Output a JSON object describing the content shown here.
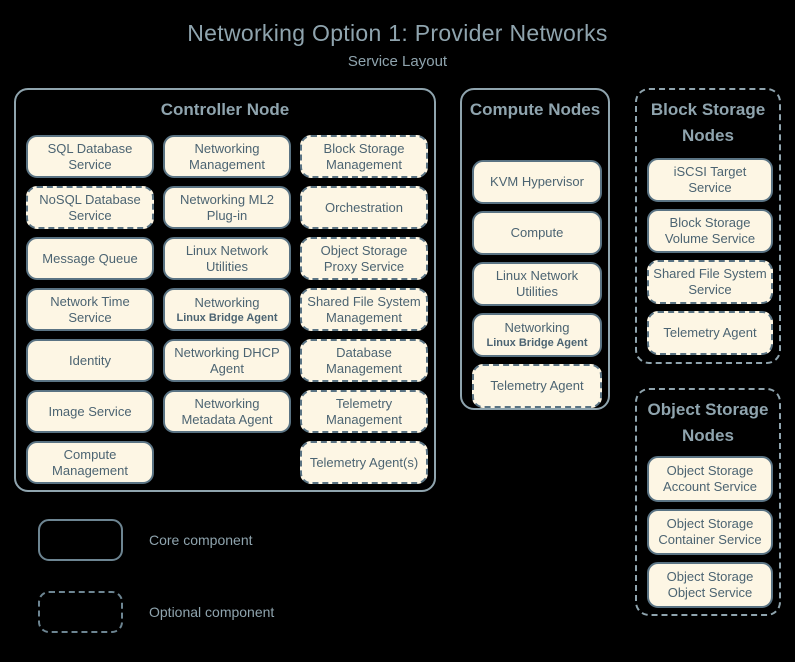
{
  "header": {
    "title": "Networking Option 1: Provider Networks",
    "subtitle": "Service Layout"
  },
  "colors": {
    "background": "#000000",
    "box_fill": "#fdf6e4",
    "box_border": "#5a7383",
    "text": "#4c6472",
    "heading": "#8fa4ae"
  },
  "groups": {
    "controller": {
      "title": "Controller Node",
      "style": "core",
      "columns": [
        [
          {
            "label": "SQL Database Service",
            "style": "core"
          },
          {
            "label": "NoSQL Database Service",
            "style": "optional"
          },
          {
            "label": "Message Queue",
            "style": "core"
          },
          {
            "label": "Network Time Service",
            "style": "core"
          },
          {
            "label": "Identity",
            "style": "core"
          },
          {
            "label": "Image Service",
            "style": "core"
          },
          {
            "label": "Compute Management",
            "style": "core"
          }
        ],
        [
          {
            "label": "Networking Management",
            "style": "core"
          },
          {
            "label": "Networking ML2 Plug-in",
            "style": "core"
          },
          {
            "label": "Linux Network Utilities",
            "style": "core"
          },
          {
            "label": "Networking",
            "sub": "Linux Bridge Agent",
            "style": "core"
          },
          {
            "label": "Networking DHCP Agent",
            "style": "core"
          },
          {
            "label": "Networking Metadata Agent",
            "style": "core"
          },
          {
            "label": "",
            "style": "empty"
          }
        ],
        [
          {
            "label": "Block Storage Management",
            "style": "optional"
          },
          {
            "label": "Orchestration",
            "style": "optional"
          },
          {
            "label": "Object Storage Proxy Service",
            "style": "optional"
          },
          {
            "label": "Shared File System Management",
            "style": "optional"
          },
          {
            "label": "Database Management",
            "style": "optional"
          },
          {
            "label": "Telemetry Management",
            "style": "optional"
          },
          {
            "label": "Telemetry Agent(s)",
            "style": "optional"
          }
        ]
      ]
    },
    "compute": {
      "title": "Compute Nodes",
      "style": "core",
      "items": [
        {
          "label": "KVM Hypervisor",
          "style": "core"
        },
        {
          "label": "Compute",
          "style": "core"
        },
        {
          "label": "Linux Network Utilities",
          "style": "core"
        },
        {
          "label": "Networking",
          "sub": "Linux Bridge Agent",
          "style": "core"
        },
        {
          "label": "Telemetry Agent",
          "style": "optional"
        }
      ]
    },
    "block_storage": {
      "title": "Block Storage Nodes",
      "style": "optional",
      "items": [
        {
          "label": "iSCSI Target Service",
          "style": "core"
        },
        {
          "label": "Block Storage Volume Service",
          "style": "core"
        },
        {
          "label": "Shared File System Service",
          "style": "optional"
        },
        {
          "label": "Telemetry Agent",
          "style": "optional"
        }
      ]
    },
    "object_storage": {
      "title": "Object Storage Nodes",
      "style": "optional",
      "items": [
        {
          "label": "Object Storage Account Service",
          "style": "core"
        },
        {
          "label": "Object Storage Container Service",
          "style": "core"
        },
        {
          "label": "Object Storage Object Service",
          "style": "core"
        }
      ]
    }
  },
  "legend": [
    {
      "style": "core",
      "label": "Core component"
    },
    {
      "style": "optional",
      "label": "Optional component"
    }
  ]
}
